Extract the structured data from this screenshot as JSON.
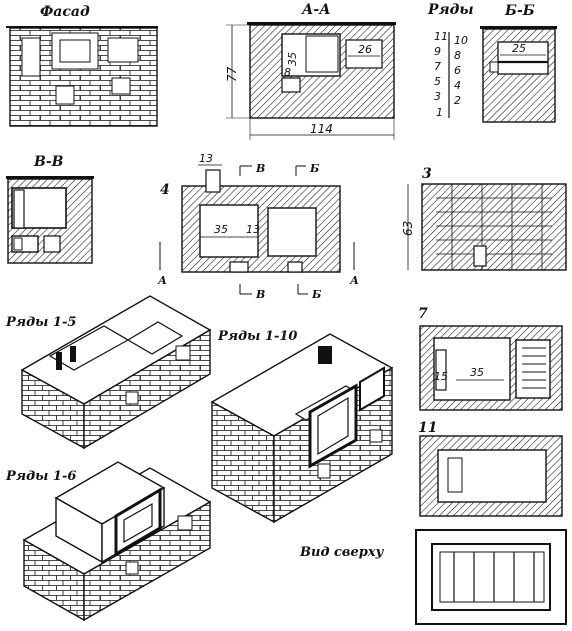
{
  "views": {
    "facade": "Фасад",
    "section_aa": "А-А",
    "rows_label": "Ряды",
    "section_bb": "Б-Б",
    "section_vv": "В-В",
    "row4": "4",
    "row3": "3",
    "row7": "7",
    "row11": "11",
    "rows_1_5": "Ряды 1-5",
    "rows_1_10": "Ряды 1-10",
    "rows_1_6": "Ряды 1-6",
    "top_view": "Вид сверху"
  },
  "dimensions": {
    "height_77": "77",
    "width_114": "114",
    "d35_aa": "35",
    "d8_aa": "8",
    "d26_aa": "26",
    "d25_bb": "25",
    "d13_plan": "13",
    "d35_plan": "35",
    "d13b_plan": "13",
    "d63": "63",
    "d15_r7": "15",
    "d35_r7": "35"
  },
  "row_numbers": {
    "left": [
      "11",
      "9",
      "7",
      "5",
      "3",
      "1"
    ],
    "right": [
      "10",
      "8",
      "6",
      "4",
      "2"
    ]
  },
  "section_marks": {
    "A": "А",
    "B": "Б",
    "V": "В"
  }
}
